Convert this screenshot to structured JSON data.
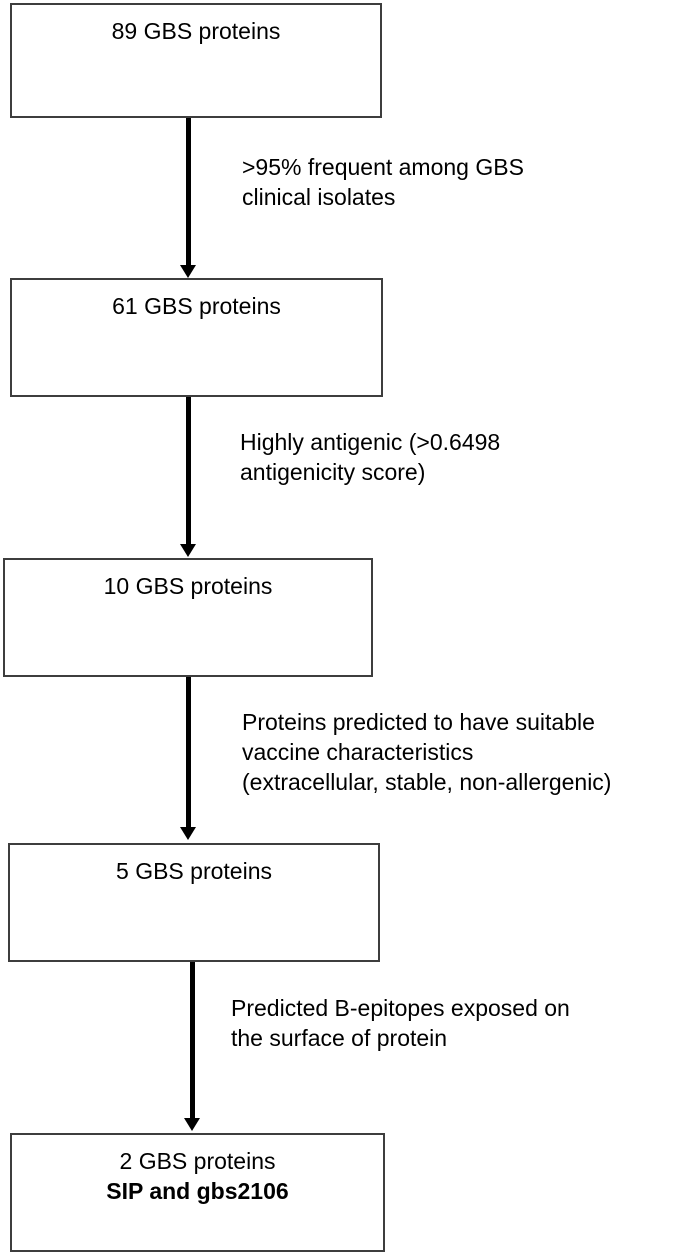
{
  "flowchart": {
    "title": "GBS protein down-selection flowchart",
    "boxes": [
      {
        "lines": [
          "89 GBS proteins"
        ]
      },
      {
        "lines": [
          "61 GBS proteins"
        ]
      },
      {
        "lines": [
          "10 GBS proteins"
        ]
      },
      {
        "lines": [
          "5 GBS proteins"
        ]
      },
      {
        "lines": [
          "2 GBS proteins",
          "SIP and gbs2106"
        ]
      }
    ],
    "filters": [
      {
        "lines": [
          ">95% frequent among GBS",
          "clinical isolates"
        ]
      },
      {
        "lines": [
          "Highly antigenic (>0.6498",
          "antigenicity score)"
        ]
      },
      {
        "lines": [
          "Proteins predicted to have suitable",
          "vaccine characteristics",
          "(extracellular, stable, non-allergenic)"
        ]
      },
      {
        "lines": [
          "Predicted B-epitopes exposed on",
          "the surface of protein"
        ]
      }
    ],
    "colors": {
      "background": "#ffffff",
      "box_border": "#3d3d3d",
      "arrow": "#000000",
      "text": "#000000"
    }
  }
}
